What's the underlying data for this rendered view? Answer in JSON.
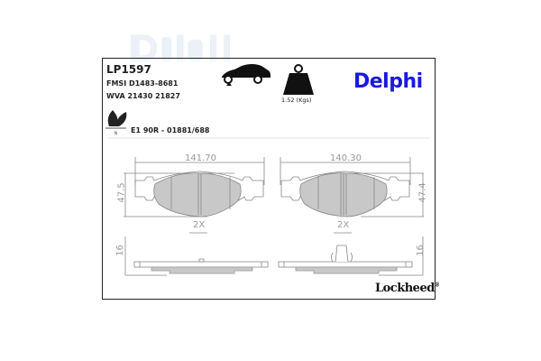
{
  "product": {
    "part_number": "LP1597",
    "fmsi": "FMSI D1483-8681",
    "wva": "WVA 21430 21827",
    "ece": "E1 90R - 01881/688",
    "weight": "1.52 (Kgs)"
  },
  "brand": {
    "logo": "Delphi",
    "color": "#1a1adc",
    "watermark": "Delphi",
    "watermark_color": "#eaf0f8",
    "sub_brand": "Lockheed",
    "sub_brand_mark": "®"
  },
  "icons": {
    "car": "car-lift-icon",
    "weight": "weight-icon",
    "eco": "leaf-eco-icon"
  },
  "drawing": {
    "left_pad": {
      "width": "141.70",
      "height": "47.5",
      "quantity": "2X",
      "thickness": "16"
    },
    "right_pad": {
      "width": "140.30",
      "height": "47.4",
      "quantity": "2X",
      "thickness": "16"
    },
    "pad_fill": "#c8c8c8",
    "line_color": "#888888"
  }
}
